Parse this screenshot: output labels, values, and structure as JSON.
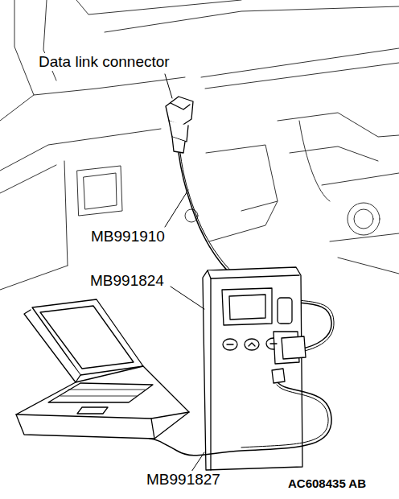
{
  "diagram": {
    "labels": [
      "Data link connector",
      "MB991910",
      "MB991824",
      "MB991827",
      "AC608435 AB"
    ]
  }
}
